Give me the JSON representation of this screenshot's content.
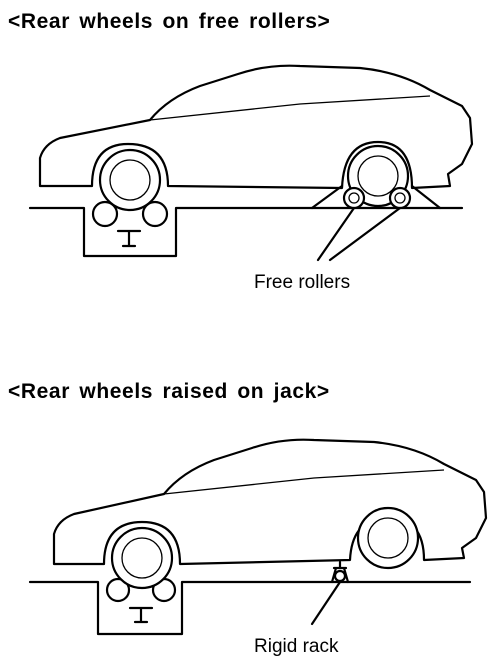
{
  "sections": [
    {
      "heading": "<Rear wheels on free rollers>",
      "callout": "Free rollers"
    },
    {
      "heading": "<Rear wheels raised on jack>",
      "callout": "Rigid rack"
    }
  ],
  "icons": {
    "car": "car-outline-icon",
    "wheel": "wheel-icon",
    "roller": "roller-icon",
    "dynamometer": "dynamometer-pit-icon",
    "rack": "rigid-rack-icon"
  }
}
